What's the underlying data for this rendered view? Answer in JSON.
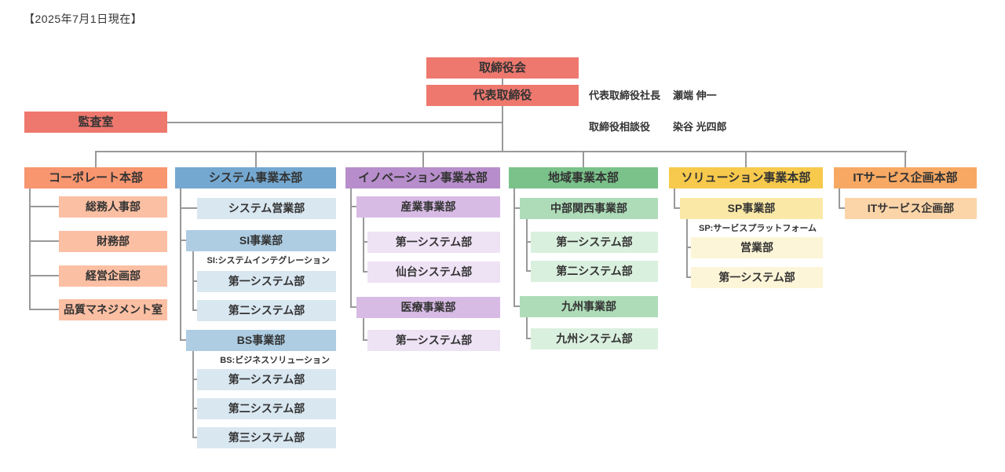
{
  "meta": {
    "as_of": "【2025年7月1日現在】"
  },
  "colors": {
    "board_red": "#ee786e",
    "line_gray": "#999999",
    "text": "#333333"
  },
  "top": {
    "board": "取締役会",
    "ceo_box": "代表取締役",
    "audit": "監査室",
    "executives": [
      {
        "title": "代表取締役社長",
        "name": "瀬端 伸一"
      },
      {
        "title": "取締役相談役",
        "name": "染谷 光四郎"
      }
    ]
  },
  "divisions": [
    {
      "id": "corporate",
      "label": "コーポレート本部",
      "colors": {
        "header": "#f8966f",
        "mid": "#fbbfa3",
        "light": "#fdd9c6"
      },
      "nodes": [
        {
          "label": "総務人事部",
          "level": 1,
          "tone": "mid"
        },
        {
          "label": "財務部",
          "level": 1,
          "tone": "mid"
        },
        {
          "label": "経営企画部",
          "level": 1,
          "tone": "mid"
        },
        {
          "label": "品質マネジメント室",
          "level": 1,
          "tone": "mid"
        }
      ]
    },
    {
      "id": "system",
      "label": "システム事業本部",
      "colors": {
        "header": "#74a8d0",
        "mid": "#aecde3",
        "light": "#d9e7f1"
      },
      "nodes": [
        {
          "label": "システム営業部",
          "level": 1,
          "tone": "light"
        },
        {
          "label": "SI事業部",
          "level": 1,
          "tone": "mid",
          "note": "SI:システムインテグレーション"
        },
        {
          "label": "第一システム部",
          "level": 2,
          "tone": "light"
        },
        {
          "label": "第二システム部",
          "level": 2,
          "tone": "light"
        },
        {
          "label": "BS事業部",
          "level": 1,
          "tone": "mid",
          "note": "BS:ビジネスソリューション"
        },
        {
          "label": "第一システム部",
          "level": 2,
          "tone": "light"
        },
        {
          "label": "第二システム部",
          "level": 2,
          "tone": "light"
        },
        {
          "label": "第三システム部",
          "level": 2,
          "tone": "light"
        }
      ]
    },
    {
      "id": "innovation",
      "label": "イノベーション事業本部",
      "colors": {
        "header": "#b78ecb",
        "mid": "#d7bbe5",
        "light": "#eee2f5"
      },
      "nodes": [
        {
          "label": "産業事業部",
          "level": 1,
          "tone": "mid"
        },
        {
          "label": "第一システム部",
          "level": 2,
          "tone": "light"
        },
        {
          "label": "仙台システム部",
          "level": 2,
          "tone": "light"
        },
        {
          "label": "医療事業部",
          "level": 1,
          "tone": "mid"
        },
        {
          "label": "第一システム部",
          "level": 2,
          "tone": "light"
        }
      ]
    },
    {
      "id": "regional",
      "label": "地域事業本部",
      "colors": {
        "header": "#7ac28a",
        "mid": "#aedcb8",
        "light": "#daf0de"
      },
      "nodes": [
        {
          "label": "中部関西事業部",
          "level": 1,
          "tone": "mid"
        },
        {
          "label": "第一システム部",
          "level": 2,
          "tone": "light"
        },
        {
          "label": "第二システム部",
          "level": 2,
          "tone": "light"
        },
        {
          "label": "九州事業部",
          "level": 1,
          "tone": "mid"
        },
        {
          "label": "九州システム部",
          "level": 2,
          "tone": "light"
        }
      ]
    },
    {
      "id": "solution",
      "label": "ソリューション事業本部",
      "colors": {
        "header": "#f7c94c",
        "mid": "#fae8a6",
        "light": "#fdf5d8"
      },
      "nodes": [
        {
          "label": "SP事業部",
          "level": 1,
          "tone": "mid",
          "note": "SP:サービスプラットフォーム"
        },
        {
          "label": "営業部",
          "level": 2,
          "tone": "light"
        },
        {
          "label": "第一システム部",
          "level": 2,
          "tone": "light"
        }
      ]
    },
    {
      "id": "itservice",
      "label": "ITサービス企画本部",
      "colors": {
        "header": "#f7a964",
        "mid": "#fbd5a8",
        "light": "#fde8cd"
      },
      "nodes": [
        {
          "label": "ITサービス企画部",
          "level": 1,
          "tone": "mid"
        }
      ]
    }
  ]
}
